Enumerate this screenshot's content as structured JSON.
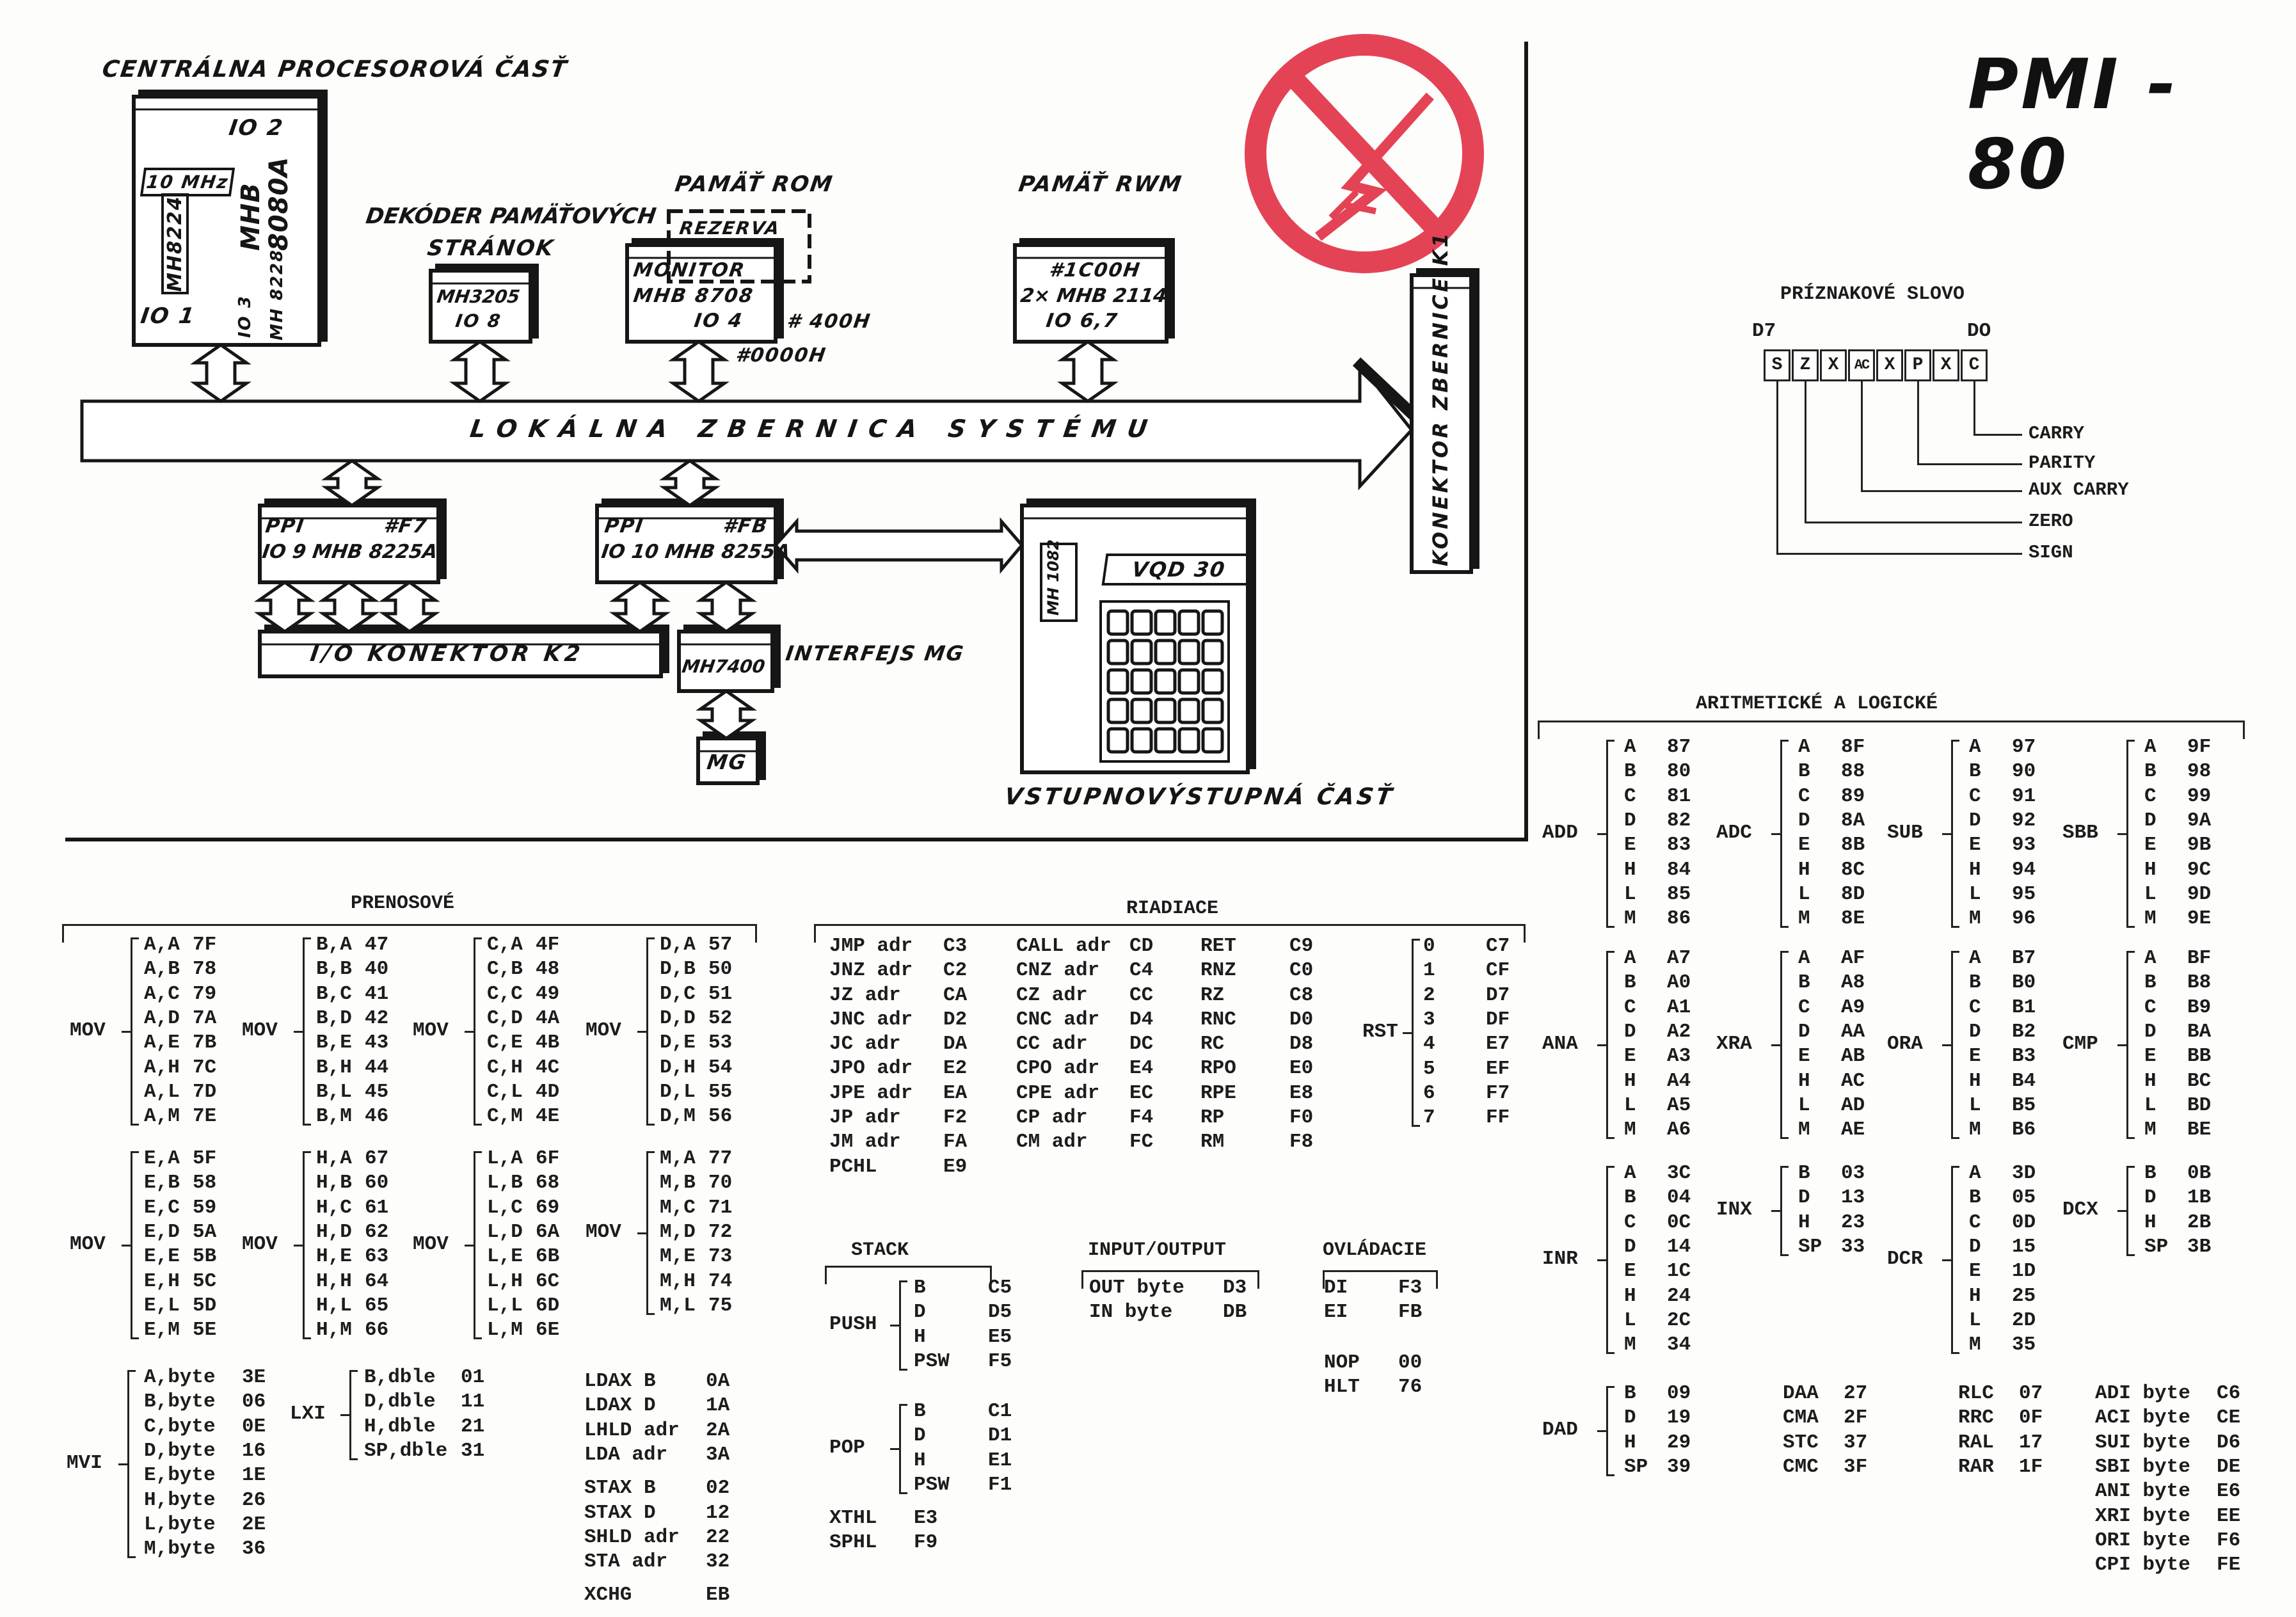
{
  "title": "PMI - 80",
  "diagram": {
    "cpu_heading": "CENTRÁLNA PROCESOROVÁ ČASŤ",
    "cpu": {
      "io2": "IO 2",
      "cpu_chip": "MHB 8080A",
      "clock": "10 MHz",
      "clock_gen": "MH8224",
      "io1": "IO 1",
      "sys_ctrl": "MH 8228",
      "io3": "IO 3"
    },
    "decoder_heading_1": "DEKÓDER PAMÄŤOVÝCH",
    "decoder_heading_2": "STRÁNOK",
    "decoder": {
      "chip": "MH3205",
      "io": "IO 8"
    },
    "rom_heading": "PAMÄŤ ROM",
    "rom": {
      "reserve": "REZERVA",
      "name": "MONITOR",
      "chip": "MHB 8708",
      "io": "IO 4",
      "addr_reserve": "# 400H",
      "addr": "#0000H"
    },
    "rwm_heading": "PAMÄŤ RWM",
    "rwm": {
      "addr": "#1C00H",
      "chip": "2× MHB 2114",
      "io": "IO 6,7"
    },
    "bus": "LOKÁLNA ZBERNICA SYSTÉMU",
    "bus_connector": "KONEKTOR ZBERNICE K1",
    "ppi1": {
      "name": "PPI",
      "addr": "#F7",
      "chip": "IO 9 MHB 8225A"
    },
    "ppi2": {
      "name": "PPI",
      "addr": "#FB",
      "chip": "IO 10 MHB 8255A"
    },
    "io_connector": "I/O KONEKTOR K2",
    "mg_interface_chip": "MH7400",
    "mg_interface": "INTERFEJS MG",
    "mg": "MG",
    "display_driver": "MH 1082",
    "display": "VQD 30",
    "io_heading": "VSTUPNOVÝSTUPNÁ ČASŤ",
    "stamp_color": "#e0233a"
  },
  "flags": {
    "title": "PRÍZNAKOVÉ SLOVO",
    "msb": "D7",
    "lsb": "DO",
    "bits": [
      "S",
      "Z",
      "X",
      "AC",
      "X",
      "P",
      "X",
      "C"
    ],
    "labels": [
      "CARRY",
      "PARITY",
      "AUX CARRY",
      "ZERO",
      "SIGN"
    ]
  },
  "transfer": {
    "title": "PRENOSOVÉ",
    "mov": [
      {
        "op": "MOV",
        "rows": [
          [
            "A,A",
            "7F"
          ],
          [
            "A,B",
            "78"
          ],
          [
            "A,C",
            "79"
          ],
          [
            "A,D",
            "7A"
          ],
          [
            "A,E",
            "7B"
          ],
          [
            "A,H",
            "7C"
          ],
          [
            "A,L",
            "7D"
          ],
          [
            "A,M",
            "7E"
          ]
        ]
      },
      {
        "op": "MOV",
        "rows": [
          [
            "B,A",
            "47"
          ],
          [
            "B,B",
            "40"
          ],
          [
            "B,C",
            "41"
          ],
          [
            "B,D",
            "42"
          ],
          [
            "B,E",
            "43"
          ],
          [
            "B,H",
            "44"
          ],
          [
            "B,L",
            "45"
          ],
          [
            "B,M",
            "46"
          ]
        ]
      },
      {
        "op": "MOV",
        "rows": [
          [
            "C,A",
            "4F"
          ],
          [
            "C,B",
            "48"
          ],
          [
            "C,C",
            "49"
          ],
          [
            "C,D",
            "4A"
          ],
          [
            "C,E",
            "4B"
          ],
          [
            "C,H",
            "4C"
          ],
          [
            "C,L",
            "4D"
          ],
          [
            "C,M",
            "4E"
          ]
        ]
      },
      {
        "op": "MOV",
        "rows": [
          [
            "D,A",
            "57"
          ],
          [
            "D,B",
            "50"
          ],
          [
            "D,C",
            "51"
          ],
          [
            "D,D",
            "52"
          ],
          [
            "D,E",
            "53"
          ],
          [
            "D,H",
            "54"
          ],
          [
            "D,L",
            "55"
          ],
          [
            "D,M",
            "56"
          ]
        ]
      },
      {
        "op": "MOV",
        "rows": [
          [
            "E,A",
            "5F"
          ],
          [
            "E,B",
            "58"
          ],
          [
            "E,C",
            "59"
          ],
          [
            "E,D",
            "5A"
          ],
          [
            "E,E",
            "5B"
          ],
          [
            "E,H",
            "5C"
          ],
          [
            "E,L",
            "5D"
          ],
          [
            "E,M",
            "5E"
          ]
        ]
      },
      {
        "op": "MOV",
        "rows": [
          [
            "H,A",
            "67"
          ],
          [
            "H,B",
            "60"
          ],
          [
            "H,C",
            "61"
          ],
          [
            "H,D",
            "62"
          ],
          [
            "H,E",
            "63"
          ],
          [
            "H,H",
            "64"
          ],
          [
            "H,L",
            "65"
          ],
          [
            "H,M",
            "66"
          ]
        ]
      },
      {
        "op": "MOV",
        "rows": [
          [
            "L,A",
            "6F"
          ],
          [
            "L,B",
            "68"
          ],
          [
            "L,C",
            "69"
          ],
          [
            "L,D",
            "6A"
          ],
          [
            "L,E",
            "6B"
          ],
          [
            "L,H",
            "6C"
          ],
          [
            "L,L",
            "6D"
          ],
          [
            "L,M",
            "6E"
          ]
        ]
      },
      {
        "op": "MOV",
        "rows": [
          [
            "M,A",
            "77"
          ],
          [
            "M,B",
            "70"
          ],
          [
            "M,C",
            "71"
          ],
          [
            "M,D",
            "72"
          ],
          [
            "M,E",
            "73"
          ],
          [
            "M,H",
            "74"
          ],
          [
            "M,L",
            "75"
          ]
        ]
      }
    ],
    "mvi": {
      "op": "MVI",
      "rows": [
        [
          "A,byte",
          "3E"
        ],
        [
          "B,byte",
          "06"
        ],
        [
          "C,byte",
          "0E"
        ],
        [
          "D,byte",
          "16"
        ],
        [
          "E,byte",
          "1E"
        ],
        [
          "H,byte",
          "26"
        ],
        [
          "L,byte",
          "2E"
        ],
        [
          "M,byte",
          "36"
        ]
      ]
    },
    "lxi": {
      "op": "LXI",
      "rows": [
        [
          "B,dble",
          "01"
        ],
        [
          "D,dble",
          "11"
        ],
        [
          "H,dble",
          "21"
        ],
        [
          "SP,dble",
          "31"
        ]
      ]
    },
    "list": [
      [
        "LDAX B",
        "0A"
      ],
      [
        "LDAX D",
        "1A"
      ],
      [
        "LHLD adr",
        "2A"
      ],
      [
        "LDA adr",
        "3A"
      ],
      [
        "STAX B",
        "02"
      ],
      [
        "STAX D",
        "12"
      ],
      [
        "SHLD adr",
        "22"
      ],
      [
        "STA adr",
        "32"
      ],
      [
        "XCHG",
        "EB"
      ]
    ]
  },
  "control": {
    "title": "RIADIACE",
    "jumps": [
      [
        "JMP adr",
        "C3"
      ],
      [
        "JNZ adr",
        "C2"
      ],
      [
        "JZ adr",
        "CA"
      ],
      [
        "JNC adr",
        "D2"
      ],
      [
        "JC adr",
        "DA"
      ],
      [
        "JPO adr",
        "E2"
      ],
      [
        "JPE adr",
        "EA"
      ],
      [
        "JP adr",
        "F2"
      ],
      [
        "JM adr",
        "FA"
      ],
      [
        "PCHL",
        "E9"
      ]
    ],
    "calls": [
      [
        "CALL adr",
        "CD"
      ],
      [
        "CNZ adr",
        "C4"
      ],
      [
        "CZ adr",
        "CC"
      ],
      [
        "CNC adr",
        "D4"
      ],
      [
        "CC adr",
        "DC"
      ],
      [
        "CPO adr",
        "E4"
      ],
      [
        "CPE adr",
        "EC"
      ],
      [
        "CP adr",
        "F4"
      ],
      [
        "CM adr",
        "FC"
      ]
    ],
    "returns": [
      [
        "RET",
        "C9"
      ],
      [
        "RNZ",
        "C0"
      ],
      [
        "RZ",
        "C8"
      ],
      [
        "RNC",
        "D0"
      ],
      [
        "RC",
        "D8"
      ],
      [
        "RPO",
        "E0"
      ],
      [
        "RPE",
        "E8"
      ],
      [
        "RP",
        "F0"
      ],
      [
        "RM",
        "F8"
      ]
    ],
    "rst": {
      "op": "RST",
      "rows": [
        [
          "0",
          "C7"
        ],
        [
          "1",
          "CF"
        ],
        [
          "2",
          "D7"
        ],
        [
          "3",
          "DF"
        ],
        [
          "4",
          "E7"
        ],
        [
          "5",
          "EF"
        ],
        [
          "6",
          "F7"
        ],
        [
          "7",
          "FF"
        ]
      ]
    }
  },
  "stack": {
    "title": "STACK",
    "push": {
      "op": "PUSH",
      "rows": [
        [
          "B",
          "C5"
        ],
        [
          "D",
          "D5"
        ],
        [
          "H",
          "E5"
        ],
        [
          "PSW",
          "F5"
        ]
      ]
    },
    "pop": {
      "op": "POP",
      "rows": [
        [
          "B",
          "C1"
        ],
        [
          "D",
          "D1"
        ],
        [
          "H",
          "E1"
        ],
        [
          "PSW",
          "F1"
        ]
      ]
    },
    "list": [
      [
        "XTHL",
        "E3"
      ],
      [
        "SPHL",
        "F9"
      ]
    ]
  },
  "io": {
    "title": "INPUT/OUTPUT",
    "list": [
      [
        "OUT byte",
        "D3"
      ],
      [
        "IN byte",
        "DB"
      ]
    ]
  },
  "machine": {
    "title": "OVLÁDACIE",
    "list": [
      [
        "DI",
        "F3"
      ],
      [
        "EI",
        "FB"
      ],
      [
        "NOP",
        "00"
      ],
      [
        "HLT",
        "76"
      ]
    ]
  },
  "arith": {
    "title": "ARITMETICKÉ   A   LOGICKÉ",
    "groups": [
      {
        "op": "ADD",
        "rows": [
          [
            "A",
            "87"
          ],
          [
            "B",
            "80"
          ],
          [
            "C",
            "81"
          ],
          [
            "D",
            "82"
          ],
          [
            "E",
            "83"
          ],
          [
            "H",
            "84"
          ],
          [
            "L",
            "85"
          ],
          [
            "M",
            "86"
          ]
        ]
      },
      {
        "op": "ADC",
        "rows": [
          [
            "A",
            "8F"
          ],
          [
            "B",
            "88"
          ],
          [
            "C",
            "89"
          ],
          [
            "D",
            "8A"
          ],
          [
            "E",
            "8B"
          ],
          [
            "H",
            "8C"
          ],
          [
            "L",
            "8D"
          ],
          [
            "M",
            "8E"
          ]
        ]
      },
      {
        "op": "SUB",
        "rows": [
          [
            "A",
            "97"
          ],
          [
            "B",
            "90"
          ],
          [
            "C",
            "91"
          ],
          [
            "D",
            "92"
          ],
          [
            "E",
            "93"
          ],
          [
            "H",
            "94"
          ],
          [
            "L",
            "95"
          ],
          [
            "M",
            "96"
          ]
        ]
      },
      {
        "op": "SBB",
        "rows": [
          [
            "A",
            "9F"
          ],
          [
            "B",
            "98"
          ],
          [
            "C",
            "99"
          ],
          [
            "D",
            "9A"
          ],
          [
            "E",
            "9B"
          ],
          [
            "H",
            "9C"
          ],
          [
            "L",
            "9D"
          ],
          [
            "M",
            "9E"
          ]
        ]
      },
      {
        "op": "ANA",
        "rows": [
          [
            "A",
            "A7"
          ],
          [
            "B",
            "A0"
          ],
          [
            "C",
            "A1"
          ],
          [
            "D",
            "A2"
          ],
          [
            "E",
            "A3"
          ],
          [
            "H",
            "A4"
          ],
          [
            "L",
            "A5"
          ],
          [
            "M",
            "A6"
          ]
        ]
      },
      {
        "op": "XRA",
        "rows": [
          [
            "A",
            "AF"
          ],
          [
            "B",
            "A8"
          ],
          [
            "C",
            "A9"
          ],
          [
            "D",
            "AA"
          ],
          [
            "E",
            "AB"
          ],
          [
            "H",
            "AC"
          ],
          [
            "L",
            "AD"
          ],
          [
            "M",
            "AE"
          ]
        ]
      },
      {
        "op": "ORA",
        "rows": [
          [
            "A",
            "B7"
          ],
          [
            "B",
            "B0"
          ],
          [
            "C",
            "B1"
          ],
          [
            "D",
            "B2"
          ],
          [
            "E",
            "B3"
          ],
          [
            "H",
            "B4"
          ],
          [
            "L",
            "B5"
          ],
          [
            "M",
            "B6"
          ]
        ]
      },
      {
        "op": "CMP",
        "rows": [
          [
            "A",
            "BF"
          ],
          [
            "B",
            "B8"
          ],
          [
            "C",
            "B9"
          ],
          [
            "D",
            "BA"
          ],
          [
            "E",
            "BB"
          ],
          [
            "H",
            "BC"
          ],
          [
            "L",
            "BD"
          ],
          [
            "M",
            "BE"
          ]
        ]
      },
      {
        "op": "INR",
        "rows": [
          [
            "A",
            "3C"
          ],
          [
            "B",
            "04"
          ],
          [
            "C",
            "0C"
          ],
          [
            "D",
            "14"
          ],
          [
            "E",
            "1C"
          ],
          [
            "H",
            "24"
          ],
          [
            "L",
            "2C"
          ],
          [
            "M",
            "34"
          ]
        ]
      },
      {
        "op": "INX",
        "rows": [
          [
            "B",
            "03"
          ],
          [
            "D",
            "13"
          ],
          [
            "H",
            "23"
          ],
          [
            "SP",
            "33"
          ]
        ]
      },
      {
        "op": "DCR",
        "rows": [
          [
            "A",
            "3D"
          ],
          [
            "B",
            "05"
          ],
          [
            "C",
            "0D"
          ],
          [
            "D",
            "15"
          ],
          [
            "E",
            "1D"
          ],
          [
            "H",
            "25"
          ],
          [
            "L",
            "2D"
          ],
          [
            "M",
            "35"
          ]
        ]
      },
      {
        "op": "DCX",
        "rows": [
          [
            "B",
            "0B"
          ],
          [
            "D",
            "1B"
          ],
          [
            "H",
            "2B"
          ],
          [
            "SP",
            "3B"
          ]
        ]
      },
      {
        "op": "DAD",
        "rows": [
          [
            "B",
            "09"
          ],
          [
            "D",
            "19"
          ],
          [
            "H",
            "29"
          ],
          [
            "SP",
            "39"
          ]
        ]
      }
    ],
    "misc": [
      [
        "DAA",
        "27"
      ],
      [
        "CMA",
        "2F"
      ],
      [
        "STC",
        "37"
      ],
      [
        "CMC",
        "3F"
      ]
    ],
    "rotate": [
      [
        "RLC",
        "07"
      ],
      [
        "RRC",
        "0F"
      ],
      [
        "RAL",
        "17"
      ],
      [
        "RAR",
        "1F"
      ]
    ],
    "immediate": [
      [
        "ADI byte",
        "C6"
      ],
      [
        "ACI byte",
        "CE"
      ],
      [
        "SUI byte",
        "D6"
      ],
      [
        "SBI byte",
        "DE"
      ],
      [
        "ANI byte",
        "E6"
      ],
      [
        "XRI byte",
        "EE"
      ],
      [
        "ORI byte",
        "F6"
      ],
      [
        "CPI byte",
        "FE"
      ]
    ]
  }
}
